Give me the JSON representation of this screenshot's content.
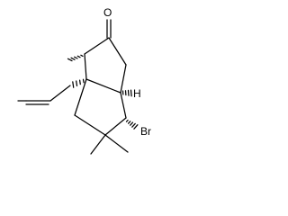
{
  "molecule": {
    "atoms": {
      "oxygen": "O",
      "hydrogen": "H",
      "bromine": "Br"
    },
    "colors": {
      "bond": "#000000",
      "background": "#ffffff"
    }
  }
}
